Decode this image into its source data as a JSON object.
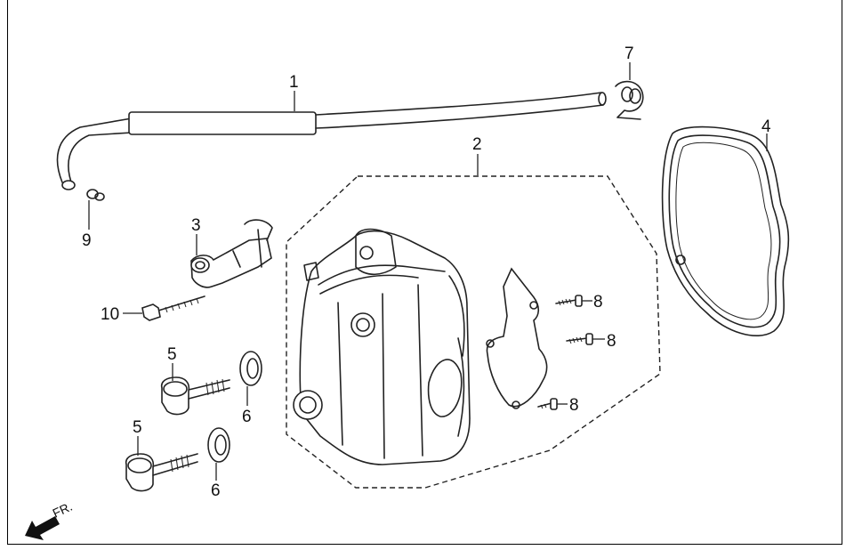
{
  "diagram": {
    "callouts": [
      "1",
      "2",
      "3",
      "4",
      "5",
      "5",
      "6",
      "6",
      "7",
      "8",
      "8",
      "8",
      "9",
      "10"
    ],
    "front_marker": {
      "label": "FR.",
      "icon": "front-arrow-icon"
    }
  }
}
